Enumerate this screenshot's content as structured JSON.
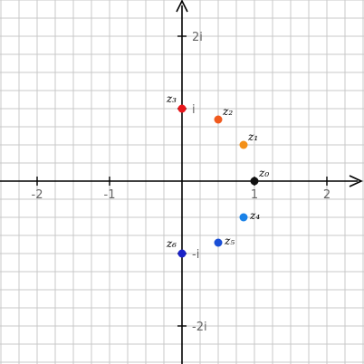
{
  "plane": {
    "x_range": [
      -2.5,
      2.5
    ],
    "y_range": [
      -2.5,
      2.5
    ],
    "grid_step": 0.25,
    "grid": true
  },
  "axis_ticks_x": [
    {
      "value": -2,
      "label": "-2"
    },
    {
      "value": -1,
      "label": "-1"
    },
    {
      "value": 1,
      "label": "1"
    },
    {
      "value": 2,
      "label": "2"
    }
  ],
  "axis_ticks_y": [
    {
      "value": 2,
      "label": "2i"
    },
    {
      "value": 1,
      "label": "i"
    },
    {
      "value": -1,
      "label": "-i"
    },
    {
      "value": -2,
      "label": "-2i"
    }
  ],
  "points": [
    {
      "label": "z₀",
      "re": 1.0,
      "im": 0.0,
      "color": "#111111"
    },
    {
      "label": "z₁",
      "re": 0.85,
      "im": 0.5,
      "color": "#f39019"
    },
    {
      "label": "z₂",
      "re": 0.5,
      "im": 0.85,
      "color": "#f05a1e"
    },
    {
      "label": "z₃",
      "re": 0.0,
      "im": 1.0,
      "color": "#e8161b"
    },
    {
      "label": "z₄",
      "re": 0.85,
      "im": -0.5,
      "color": "#1a82e8"
    },
    {
      "label": "z₅",
      "re": 0.5,
      "im": -0.85,
      "color": "#1a4fd6"
    },
    {
      "label": "z₆",
      "re": 0.0,
      "im": -1.0,
      "color": "#1a22c8"
    }
  ],
  "colors": {
    "grid": "#c8c8c8",
    "axis": "#000000"
  }
}
